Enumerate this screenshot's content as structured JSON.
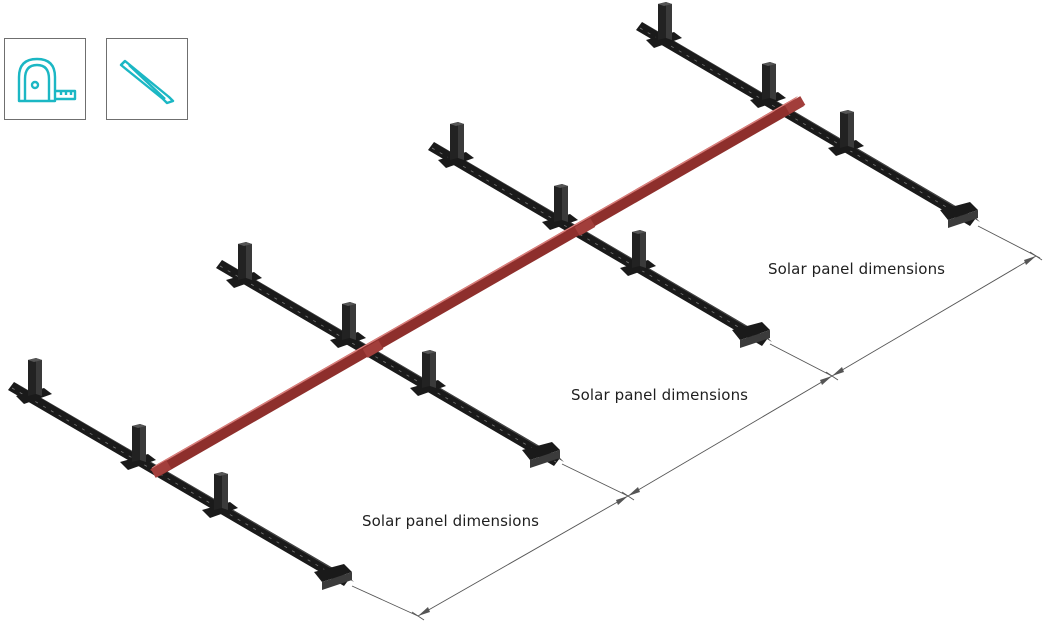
{
  "toolbar": {
    "tools": [
      {
        "name": "measure-tape",
        "icon": "tape-measure-icon"
      },
      {
        "name": "pencil",
        "icon": "pencil-icon"
      }
    ],
    "icon_color": "#1bb7c4"
  },
  "diagram": {
    "rail_color": "#1a1a1a",
    "connector_color": "#c0504d",
    "dimension_line_color": "#555555",
    "dimension_labels": [
      "Solar panel dimensions",
      "Solar panel dimensions",
      "Solar panel dimensions"
    ]
  }
}
